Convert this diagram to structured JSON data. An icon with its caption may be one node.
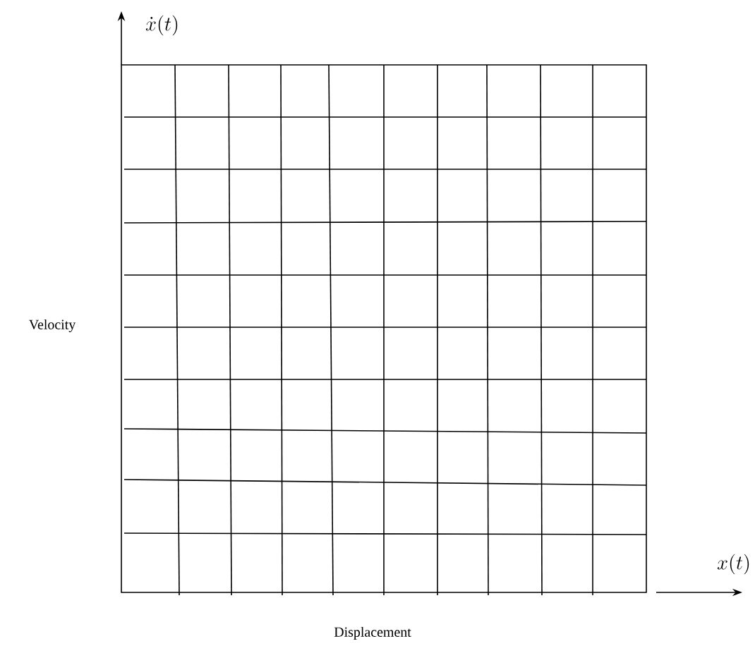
{
  "diagram": {
    "labels": [
      "\\dot{x}(t)",
      "Velocity",
      "x(t)",
      "Displacement"
    ]
  }
}
